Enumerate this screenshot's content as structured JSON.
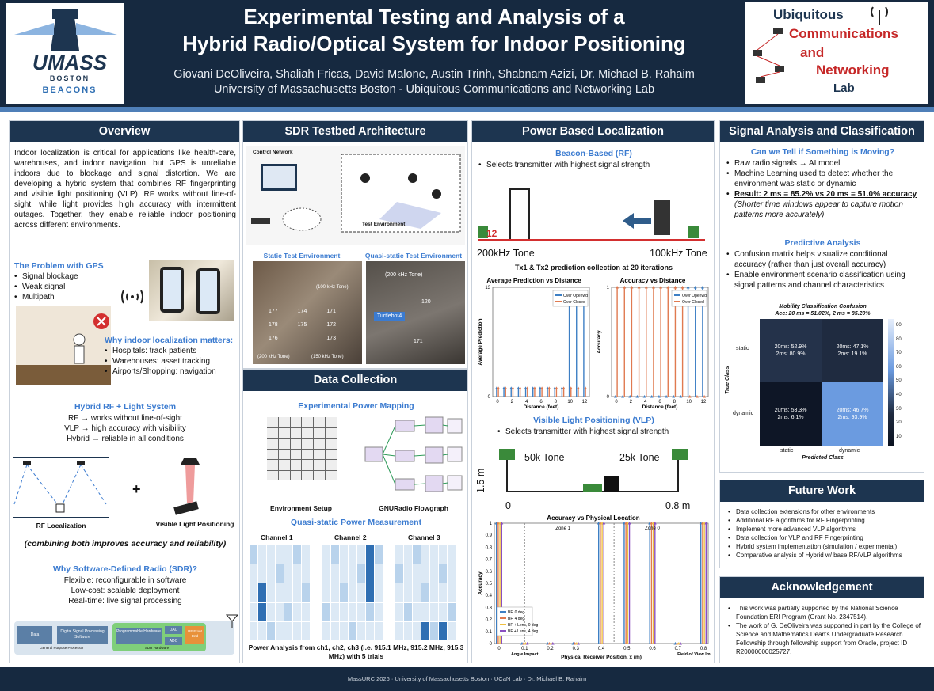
{
  "header": {
    "title_line1": "Experimental Testing and Analysis of a",
    "title_line2": "Hybrid Radio/Optical System for Indoor Positioning",
    "authors": "Giovani DeOliveira, Shaliah Fricas, David Malone, Austin Trinh, Shabnam Azizi, Dr. Michael B. Rahaim",
    "affiliation": "University of Massachusetts Boston - Ubiquitous Communications and Networking Lab",
    "logo_left": {
      "line1": "UMASS",
      "line2": "BOSTON",
      "line3": "BEACONS"
    },
    "logo_right": {
      "w1": "Ubiquitous",
      "w2": "Communications",
      "w3": "and",
      "w4": "Networking",
      "w5": "Lab"
    }
  },
  "overview": {
    "heading": "Overview",
    "intro": "Indoor localization is critical for applications like health-care, warehouses, and indoor navigation, but GPS is unreliable indoors due to blockage and signal distortion. We are developing a hybrid system that combines RF fingerprinting and visible light positioning (VLP). RF works without line-of-sight, while light provides high accuracy with intermittent outages. Together, they enable reliable indoor positioning across different environments.",
    "gps_title": "The Problem with GPS",
    "gps_items": [
      "Signal blockage",
      "Weak signal",
      "Multipath"
    ],
    "why_title": "Why indoor localization matters:",
    "why_items": [
      "Hospitals: track patients",
      "Warehouses: asset tracking",
      "Airports/Shopping: navigation"
    ],
    "hybrid_title": "Hybrid RF + Light System",
    "hybrid_items": [
      "RF → works without line-of-sight",
      "VLP → high accuracy with visibility",
      "Hybrid → reliable in all conditions"
    ],
    "rf_label": "RF Localization",
    "vlp_label": "Visible Light Positioning",
    "plus": "+",
    "combine": "(combining both improves accuracy and reliability)",
    "sdr_title": "Why Software-Defined Radio (SDR)?",
    "sdr_items": [
      "Flexible: reconfigurable in software",
      "Low-cost: scalable deployment",
      "Real-time: live signal processing"
    ],
    "diagram": {
      "gpp": "General Purpose Processor",
      "sdr_hw": "SDR Hardware",
      "b1": "Data",
      "b2": "Digital Signal Processing Software",
      "b3": "Programmable Hardware",
      "b4": "DAC",
      "b5": "ADC",
      "b6": "RF Front End"
    }
  },
  "sdr": {
    "heading": "SDR Testbed Architecture",
    "control": "Control Network",
    "testenv": "Test Environment",
    "static_cap": "Static Test Environment",
    "quasi_cap": "Quasi-static Test Environment",
    "turtlebot": "Turtlebot4",
    "static_labels": [
      "177",
      "174",
      "171",
      "178",
      "175",
      "172",
      "176",
      "173"
    ],
    "quasi_labels": [
      "120",
      "171"
    ],
    "tone1": "(100 kHz Tone)",
    "tone2": "(200 kHz Tone)",
    "tone3": "(150 kHz Tone)",
    "tone4": "(200 kHz Tone)"
  },
  "data": {
    "heading": "Data Collection",
    "mapping": "Experimental Power Mapping",
    "env_setup": "Environment Setup",
    "flowgraph": "GNURadio Flowgraph",
    "quasi": "Quasi-static Power Measurement",
    "channels": [
      "Channel 1",
      "Channel 2",
      "Channel 3"
    ],
    "caption": "Power Analysis from ch1, ch2, ch3 (i.e. 915.1 MHz, 915.2 MHz, 915.3 MHz) with 5 trials"
  },
  "power": {
    "heading": "Power Based Localization",
    "beacon": "Beacon-Based (RF)",
    "beacon_item": "Selects transmitter with highest signal strength",
    "tone_l": "200kHz Tone",
    "tone_r": "100kHz Tone",
    "num_l": "12",
    "tx_title": "Tx1 & Tx2 prediction collection at 20 iterations",
    "vlp": "Visible Light Positioning (VLP)",
    "vlp_item": "Selects transmitter with highest signal strength",
    "t50": "50k Tone",
    "t25": "25k Tone",
    "h": "1.5 m",
    "zero": "0",
    "d": "0.8 m"
  },
  "signal": {
    "heading": "Signal Analysis and Classification",
    "q": "Can we Tell if Something is Moving?",
    "items": [
      "Raw radio signals → AI model",
      "Machine Learning used to detect whether the environment was static or dynamic"
    ],
    "result": "Result: 2 ms = 85.2% vs 20 ms = 51.0% accuracy",
    "note": "(Shorter time windows appear to capture motion patterns more accurately)",
    "pred": "Predictive Analysis",
    "pred_items": [
      "Confusion matrix helps visualize conditional accuracy (rather than just overall accuracy)",
      "Enable environment scenario classification using signal patterns and channel characteristics"
    ]
  },
  "conf": {
    "title": "Mobility Classification Confusion",
    "subtitle": "Acc: 20 ms = 51.02%, 2 ms = 85.20%",
    "ylabel": "True Class",
    "xlabel": "Predicted Class",
    "classes": [
      "static",
      "dynamic"
    ],
    "cells": [
      [
        "20ms: 52.9%",
        "2ms: 80.9%"
      ],
      [
        "20ms: 47.1%",
        "2ms: 19.1%"
      ],
      [
        "20ms: 53.3%",
        "2ms: 6.1%"
      ],
      [
        "20ms: 46.7%",
        "2ms: 93.9%"
      ]
    ],
    "ticks": [
      "90",
      "80",
      "70",
      "60",
      "50",
      "40",
      "30",
      "20",
      "10"
    ]
  },
  "future": {
    "heading": "Future Work",
    "items": [
      "Data collection extensions for other environments",
      "Additional RF algorithms for RF Fingerprinting",
      "Implement more advanced VLP algorithms",
      "Data collection for VLP and RF Fingerprinting",
      "Hybrid system implementation (simulation / experimental)",
      "Comparative analysis of Hybrid w/ base RF/VLP algorithms"
    ]
  },
  "ack": {
    "heading": "Acknowledgement",
    "items": [
      "This work was partially supported by the National Science Foundation ERI Program (Grant No. 2347514).",
      "The work of G. DeOliveira was supported in part by the College of Science and Mathematics Dean's Undergraduate Research Fellowship through fellowship support from Oracle, project ID R20000000025727."
    ]
  },
  "footer": "MassURC 2026 · University of Massachusetts Boston · UCaN Lab · Dr. Michael B. Rahaim",
  "chart_data": [
    {
      "type": "bar",
      "title": "Average Prediction vs Distance",
      "xlabel": "Distance (feet)",
      "ylabel": "Average Prediction",
      "x": [
        0,
        1,
        2,
        3,
        4,
        5,
        6,
        7,
        8,
        9,
        10,
        11,
        12
      ],
      "series": [
        {
          "name": "Over Openwd",
          "color": "#3d7fc4",
          "values": [
            1,
            1,
            1,
            1,
            1,
            1,
            1,
            1,
            1,
            1,
            12,
            12,
            12
          ]
        },
        {
          "name": "Over Closed",
          "color": "#e07a50",
          "values": [
            1,
            1,
            1,
            1,
            1,
            1,
            1,
            1,
            1,
            1,
            1,
            1,
            1
          ]
        }
      ],
      "ylim": [
        0,
        13
      ],
      "xticks": [
        "0",
        "2",
        "4",
        "6",
        "8",
        "10",
        "12"
      ]
    },
    {
      "type": "bar",
      "title": "Accuracy vs Distance",
      "xlabel": "Distance (feet)",
      "ylabel": "Accuracy",
      "x": [
        0,
        1,
        2,
        3,
        4,
        5,
        6,
        7,
        8,
        9,
        10,
        11,
        12
      ],
      "series": [
        {
          "name": "Over Openwd",
          "color": "#3d7fc4",
          "values": [
            0,
            0,
            0,
            0,
            0,
            0,
            0,
            0,
            0,
            0,
            1,
            1,
            1
          ]
        },
        {
          "name": "Over Closed",
          "color": "#e07a50",
          "values": [
            1,
            1,
            1,
            1,
            1,
            1,
            1,
            1,
            1,
            1,
            0,
            0,
            0
          ]
        }
      ],
      "ylim": [
        0,
        1
      ],
      "xticks": [
        "0",
        "2",
        "4",
        "6",
        "8",
        "10",
        "12"
      ]
    },
    {
      "type": "bar",
      "title": "Accuracy vs Physical Location",
      "xlabel": "Physical Receiver Position, x (m)",
      "ylabel": "Accuracy",
      "x": [
        0,
        0.1,
        0.2,
        0.3,
        0.4,
        0.5,
        0.6,
        0.7,
        0.8
      ],
      "series": [
        {
          "name": "BF, 0 deg",
          "color": "#3d7fc4",
          "values": [
            1,
            0,
            0,
            0,
            1,
            1,
            1,
            0,
            1
          ]
        },
        {
          "name": "BF, 4 deg",
          "color": "#e07a50",
          "values": [
            1,
            0,
            0,
            0,
            1,
            1,
            1,
            0,
            1
          ]
        },
        {
          "name": "BF + Lens, 0 deg",
          "color": "#f0c040",
          "values": [
            1,
            0,
            0,
            0,
            1,
            1,
            1,
            0,
            1
          ]
        },
        {
          "name": "BF + Lens, 4 deg",
          "color": "#8a4fc0",
          "values": [
            1,
            0,
            0,
            0,
            1,
            1,
            1,
            0,
            1
          ]
        }
      ],
      "ylim": [
        0,
        1
      ],
      "zones": [
        "Zone 1",
        "Zone 0"
      ],
      "annotations": [
        "Angle Impact",
        "Field of View Impact"
      ],
      "xticks": [
        "0",
        "0.1",
        "0.2",
        "0.3",
        "0.4",
        "0.5",
        "0.6",
        "0.7",
        "0.8"
      ],
      "yticks": [
        "0",
        "0.1",
        "0.2",
        "0.3",
        "0.4",
        "0.5",
        "0.6",
        "0.7",
        "0.8",
        "0.9",
        "1"
      ]
    }
  ]
}
